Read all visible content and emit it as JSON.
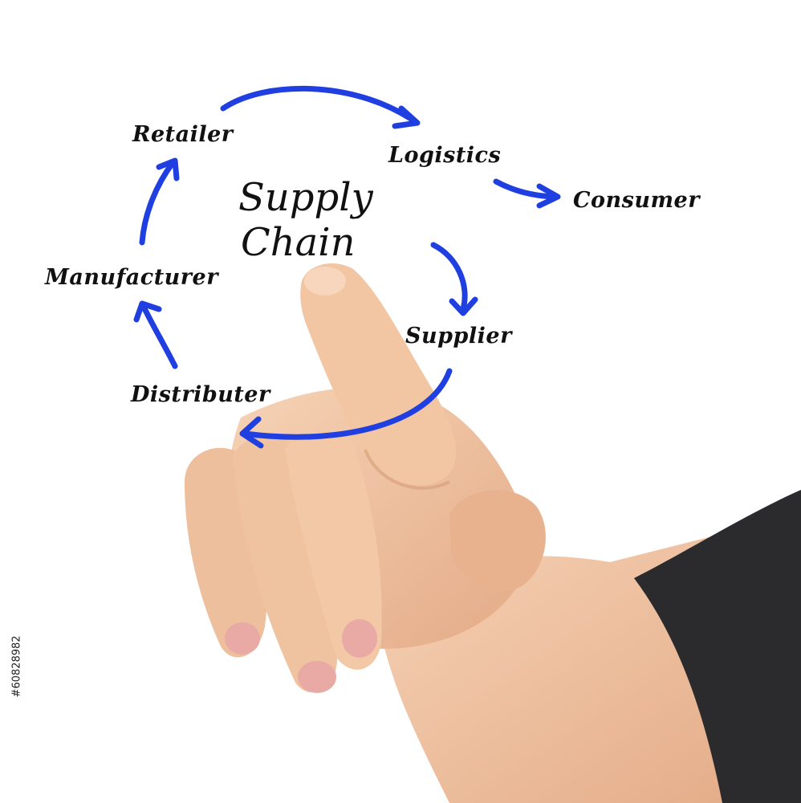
{
  "diagram": {
    "title_line1": "Supply",
    "title_line2": "Chain",
    "nodes": {
      "retailer": "Retailer",
      "logistics": "Logistics",
      "consumer": "Consumer",
      "manufacturer": "Manufacturer",
      "supplier": "Supplier",
      "distributer": "Distributer"
    },
    "arrow_color": "#1f3fe0"
  },
  "stock_id": "#60828982",
  "colors": {
    "skin": "#f1c6a4",
    "skin_shadow": "#d99a76",
    "sleeve": "#2b2b2d",
    "text": "#111111"
  }
}
